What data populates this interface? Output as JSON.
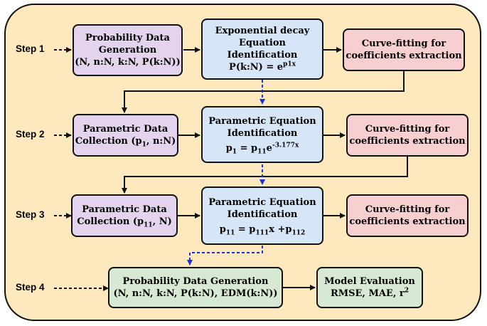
{
  "steps": [
    "Step 1",
    "Step 2",
    "Step 3",
    "Step 4"
  ],
  "step1": {
    "data_gen": {
      "l1": "Probability Data",
      "l2": "Generation",
      "l3": "(N, n:N, k:N, P(k:N))"
    },
    "equation": {
      "l1": "Exponential decay",
      "l2": "Equation",
      "l3": "Identification",
      "eq_left": "P(k:N) = e",
      "eq_exp": "p1x"
    },
    "curve_fit": {
      "l1": "Curve-fitting for",
      "l2": "coefficients extraction"
    }
  },
  "step2": {
    "collection": {
      "l1": "Parametric Data",
      "l2a": "Collection (p",
      "l2sub": "1",
      "l2b": ", n:N)"
    },
    "equation": {
      "l1": "Parametric Equation",
      "l2": "Identification",
      "eq_a": "p",
      "eq_a_sub": "1",
      "eq_b": " = p",
      "eq_b_sub": "11",
      "eq_c": "e",
      "eq_c_sup": "-3.177x"
    },
    "curve_fit": {
      "l1": "Curve-fitting for",
      "l2": "coefficients extraction"
    }
  },
  "step3": {
    "collection": {
      "l1": "Parametric Data",
      "l2a": "Collection (p",
      "l2sub": "11",
      "l2b": ", N)"
    },
    "equation": {
      "l1": "Parametric Equation",
      "l2": "Identification",
      "eq_a": "p",
      "eq_a_sub": "11",
      "eq_b": " = p",
      "eq_b_sub": "111",
      "eq_c": "x +p",
      "eq_c_sub": "112"
    },
    "curve_fit": {
      "l1": "Curve-fitting for",
      "l2": "coefficients extraction"
    }
  },
  "step4": {
    "data_gen": {
      "l1": "Probability Data Generation",
      "l2": "(N, n:N, k:N, P(k:N), EDM(k:N))"
    },
    "evaluation": {
      "l1": "Model Evaluation",
      "l2a": "RMSE, MAE, r",
      "l2sup": "2"
    }
  }
}
